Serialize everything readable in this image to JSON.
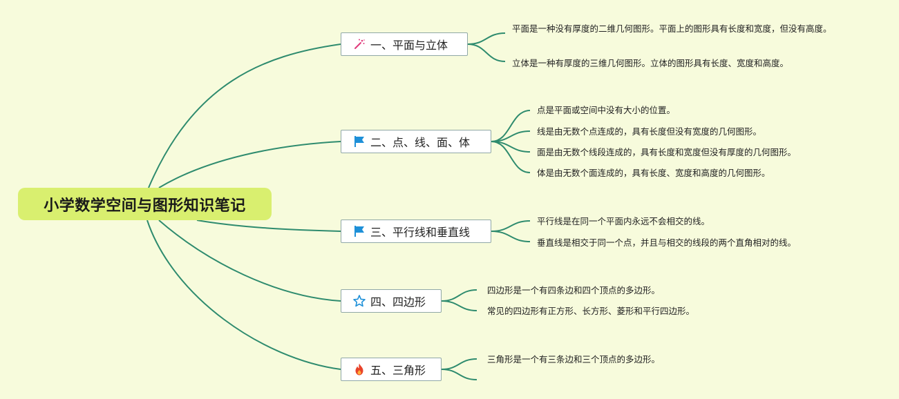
{
  "root": {
    "title": "小学数学空间与图形知识笔记"
  },
  "branches": [
    {
      "label": "一、平面与立体",
      "icon": "magic-wand-icon",
      "items": [
        "平面是一种没有厚度的二维几何图形。平面上的图形具有长度和宽度，但没有高度。",
        "立体是一种有厚度的三维几何图形。立体的图形具有长度、宽度和高度。"
      ]
    },
    {
      "label": "二、点、线、面、体",
      "icon": "flag-icon",
      "items": [
        "点是平面或空间中没有大小的位置。",
        "线是由无数个点连成的，具有长度但没有宽度的几何图形。",
        "面是由无数个线段连成的，具有长度和宽度但没有厚度的几何图形。",
        "体是由无数个面连成的，具有长度、宽度和高度的几何图形。"
      ]
    },
    {
      "label": "三、平行线和垂直线",
      "icon": "flag-icon",
      "items": [
        "平行线是在同一个平面内永远不会相交的线。",
        "垂直线是相交于同一个点，并且与相交的线段的两个直角相对的线。"
      ]
    },
    {
      "label": "四、四边形",
      "icon": "star-icon",
      "items": [
        "四边形是一个有四条边和四个顶点的多边形。",
        "常见的四边形有正方形、长方形、菱形和平行四边形。"
      ]
    },
    {
      "label": "五、三角形",
      "icon": "fire-icon",
      "items": [
        "三角形是一个有三条边和三个顶点的多边形。",
        ""
      ]
    }
  ],
  "colors": {
    "background": "#f7fbdc",
    "root_fill": "#d9ef6f",
    "connector": "#2e8b6e",
    "flag": "#1e90d8",
    "star": "#1e90d8",
    "fire": "#e8432a",
    "wand": "#e0397a"
  }
}
